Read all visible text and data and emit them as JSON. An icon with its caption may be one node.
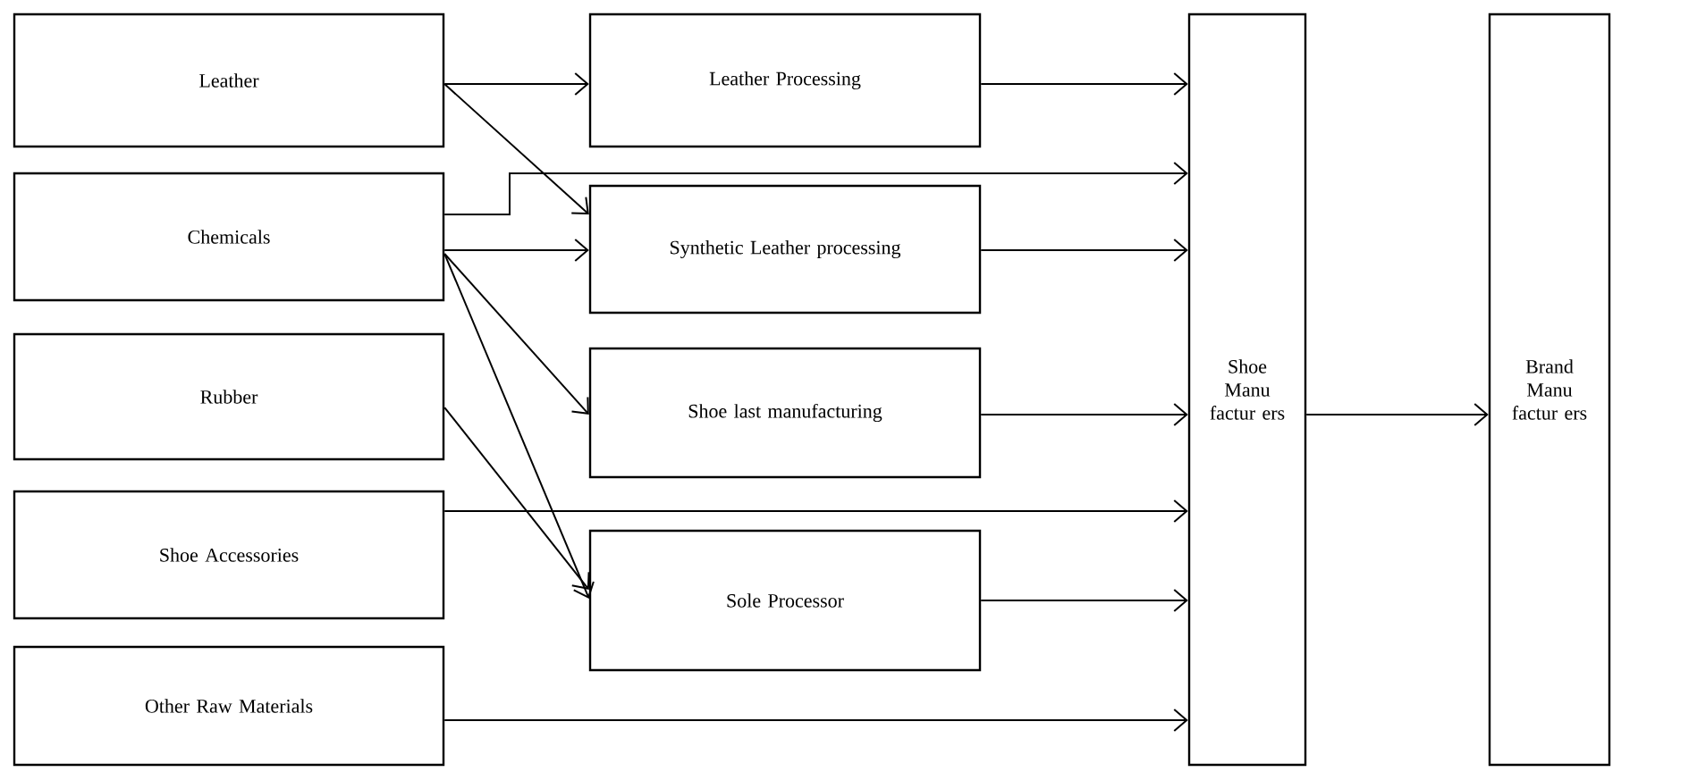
{
  "diagram": {
    "nodes": [
      {
        "text": [
          "Leather"
        ]
      },
      {
        "text": [
          "Chemicals"
        ]
      },
      {
        "text": [
          "Rubber"
        ]
      },
      {
        "text": [
          "Shoe Accessories"
        ]
      },
      {
        "text": [
          "Other Raw Materials"
        ]
      },
      {
        "text": [
          "Leather Processing"
        ]
      },
      {
        "text": [
          "Synthetic Leather processing"
        ]
      },
      {
        "text": [
          "Shoe last manufacturing"
        ]
      },
      {
        "text": [
          "Sole Processor"
        ]
      },
      {
        "text": [
          "Shoe Manu factur ers"
        ]
      },
      {
        "text": [
          "Brand Manu factur ers"
        ]
      }
    ],
    "edges": [
      {
        "from": 0,
        "to": 5,
        "arrow": "to"
      },
      {
        "from": 0,
        "to": 6,
        "arrow": "to"
      },
      {
        "from": 1,
        "to": 9,
        "arrow": "to"
      },
      {
        "from": 1,
        "to": 6,
        "arrow": "to"
      },
      {
        "from": 1,
        "to": 7,
        "arrow": "to"
      },
      {
        "from": 1,
        "to": 8,
        "arrow": "to"
      },
      {
        "from": 2,
        "to": 8,
        "arrow": "to"
      },
      {
        "from": 3,
        "to": 9,
        "arrow": "to"
      },
      {
        "from": 4,
        "to": 9,
        "arrow": "to"
      },
      {
        "from": 5,
        "to": 9,
        "arrow": "to"
      },
      {
        "from": 6,
        "to": 9,
        "arrow": "to"
      },
      {
        "from": 7,
        "to": 9,
        "arrow": "to"
      },
      {
        "from": 8,
        "to": 9,
        "arrow": "to"
      },
      {
        "from": 9,
        "to": 10,
        "arrow": "to"
      }
    ]
  }
}
